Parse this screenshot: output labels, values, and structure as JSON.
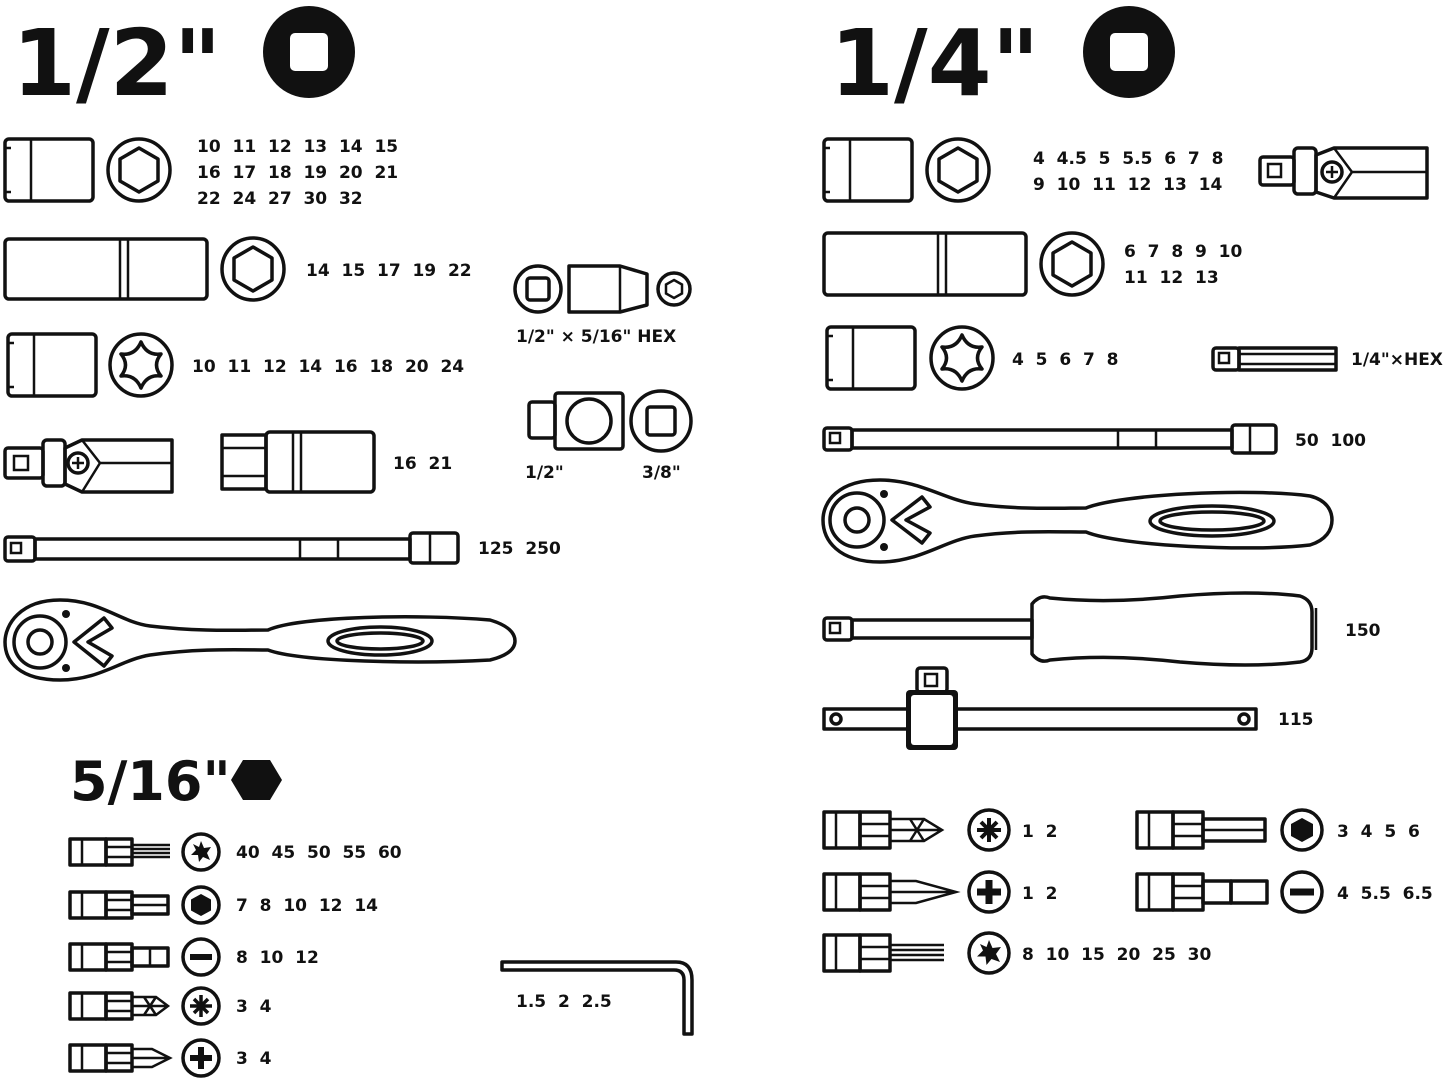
{
  "headings": {
    "half_inch": "1/2\"",
    "quarter_inch": "1/4\"",
    "five_sixteenth": "5/16\""
  },
  "half_inch": {
    "sockets_hex_rows": [
      "10  11  12  13  14  15",
      "16  17  18  19  20  21",
      "22  24  27  30  32"
    ],
    "deep_sockets": "14  15  17  19  22",
    "torx_sockets": "10  11  12  14  16  18  20  24",
    "spark_plug_sockets": "16  21",
    "extension_bars": "125  250",
    "bit_adapter": "1/2\" × 5/16\" HEX",
    "adapter_left": "1/2\"",
    "adapter_right": "3/8\""
  },
  "quarter_inch": {
    "sockets_hex_rows": [
      "4  4.5  5  5.5  6  7  8",
      "9  10  11  12  13  14"
    ],
    "deep_sockets_rows": [
      "6  7  8  9  10",
      "11  12  13"
    ],
    "torx_sockets": "4  5  6  7  8",
    "bit_adapter": "1/4\"×HEX",
    "extension_bars": "50  100",
    "spinner_handle": "150",
    "t_bar": "115",
    "bits_pozidriv": "1  2",
    "bits_phillips": "1  2",
    "bits_torx": "8  10  15  20  25  30",
    "bits_hex": "3  4  5  6",
    "bits_slotted": "4  5.5  6.5"
  },
  "five_sixteenth": {
    "bits_torx": "40  45  50  55  60",
    "bits_hex": "7  8  10  12  14",
    "bits_slotted": "8  10  12",
    "bits_pozidriv": "3  4",
    "bits_phillips": "3  4",
    "hex_keys": "1.5  2  2.5"
  },
  "icons": {
    "square_drive": "square-drive-icon",
    "hex_drive": "hex-drive-icon",
    "torx": "torx-icon",
    "phillips": "phillips-icon",
    "pozidriv": "pozidriv-icon",
    "slotted": "slotted-icon"
  },
  "colors": {
    "ink": "#111111",
    "background": "#ffffff"
  }
}
